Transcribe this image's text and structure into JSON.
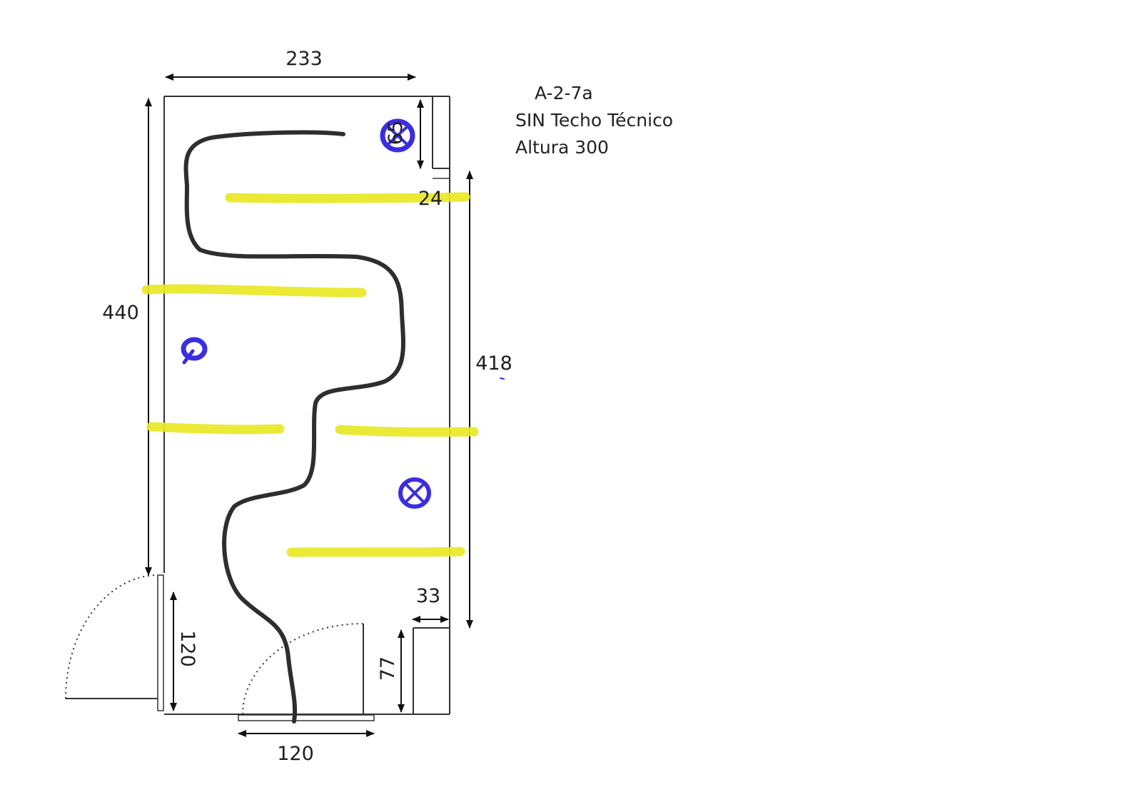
{
  "info": {
    "code": "A-2-7a",
    "ceiling": "SIN Techo Técnico",
    "height": "Altura 300"
  },
  "dimensions": {
    "width_top": "233",
    "left_height": "440",
    "right_height": "418",
    "top_right_vertical": "65",
    "top_right_offset": "24",
    "right_recess_width": "33",
    "recess_depth": "77",
    "left_door_width": "120",
    "bottom_door_width": "120"
  },
  "colors": {
    "walls": "#333333",
    "path": "#2e2e2e",
    "lights": "#e9e826",
    "markers": "#3b2ee0"
  }
}
